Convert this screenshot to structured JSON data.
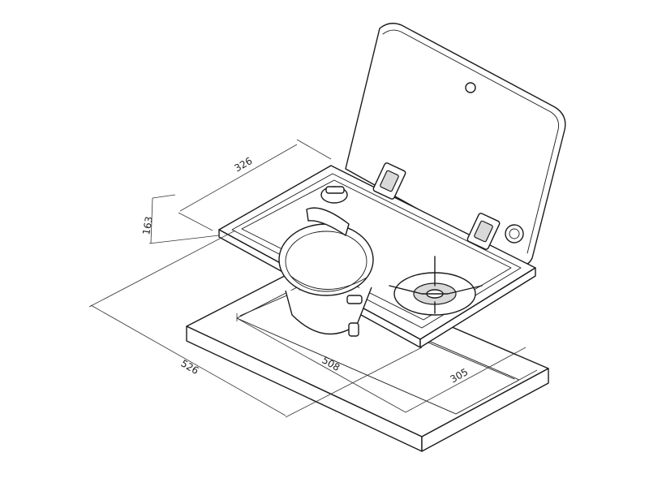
{
  "dimensions": {
    "top_width": "326",
    "depth": "163",
    "overall_length": "526",
    "cutout_length": "508",
    "cutout_width": "305"
  },
  "colors": {
    "line": "#1a1a1a",
    "background": "#ffffff",
    "shade": "#d9d9d9"
  }
}
